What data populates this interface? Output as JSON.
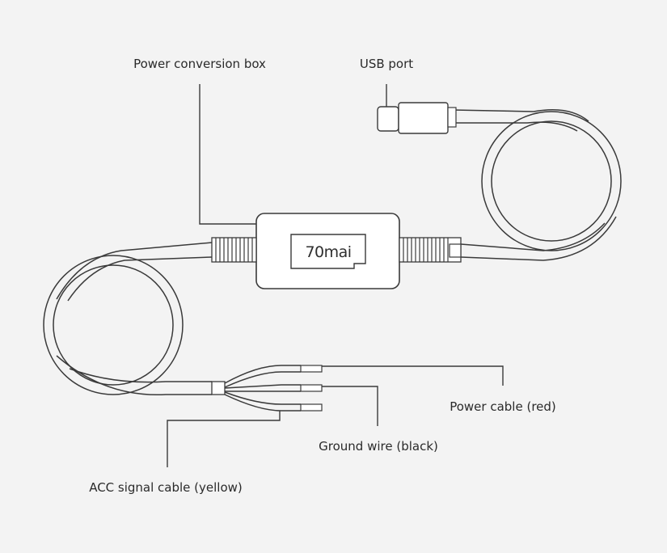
{
  "labels": {
    "power_box": "Power conversion box",
    "usb_port": "USB port",
    "power_cable": "Power cable (red)",
    "ground_wire": "Ground wire (black)",
    "acc_signal": "ACC signal cable (yellow)"
  },
  "brand": "70mai",
  "colors": {
    "background": "#f3f3f3",
    "line": "#3a3a3a",
    "box_fill": "#ffffff"
  }
}
